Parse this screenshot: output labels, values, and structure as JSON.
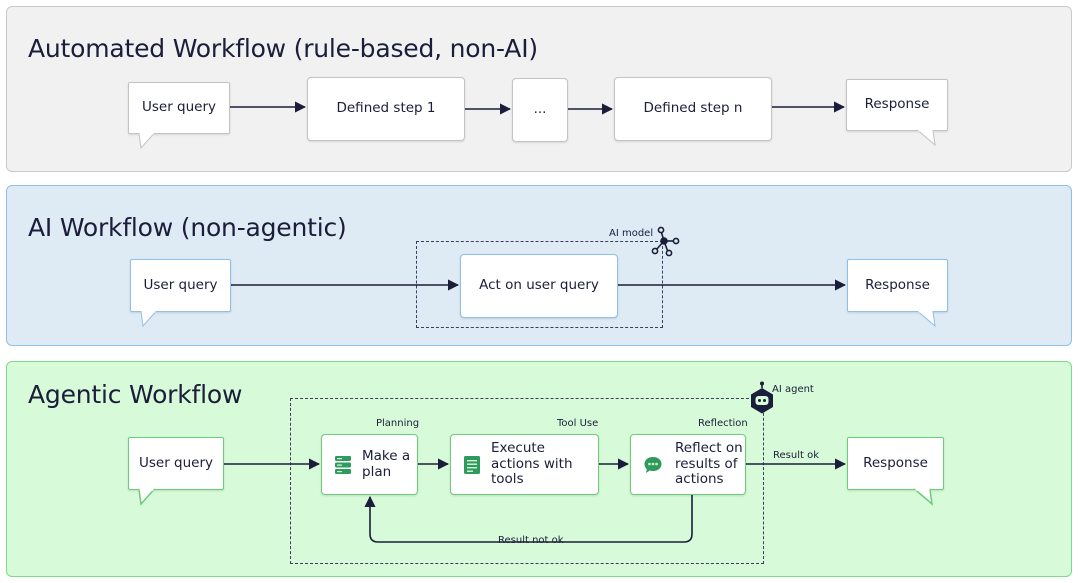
{
  "panels": {
    "automated": {
      "title": "Automated Workflow (rule-based, non-AI)",
      "nodes": {
        "user_query": "User query",
        "step1": "Defined step 1",
        "ellipsis": "...",
        "stepn": "Defined step n",
        "response": "Response"
      }
    },
    "ai": {
      "title": "AI Workflow (non-agentic)",
      "model_label": "AI model",
      "nodes": {
        "user_query": "User query",
        "act": "Act on user query",
        "response": "Response"
      }
    },
    "agentic": {
      "title": "Agentic Workflow",
      "agent_label": "AI agent",
      "stage_labels": {
        "planning": "Planning",
        "tool_use": "Tool Use",
        "reflection": "Reflection"
      },
      "nodes": {
        "user_query": "User query",
        "plan": "Make a plan",
        "execute": "Execute actions with tools",
        "reflect": "Reflect on results of actions",
        "response": "Response"
      },
      "edges": {
        "result_ok": "Result ok",
        "result_not_ok": "Result not ok"
      }
    }
  },
  "colors": {
    "ink": "#1b1d3a",
    "automated_bg": "#f1f1f1",
    "ai_bg": "#deebf5",
    "agentic_bg": "#d7fbd9",
    "agentic_accent": "#2f9a5e"
  },
  "icons": [
    "ai-model-network-icon",
    "ai-agent-robot-icon",
    "plan-stack-icon",
    "document-tools-icon",
    "chat-reflect-icon"
  ]
}
